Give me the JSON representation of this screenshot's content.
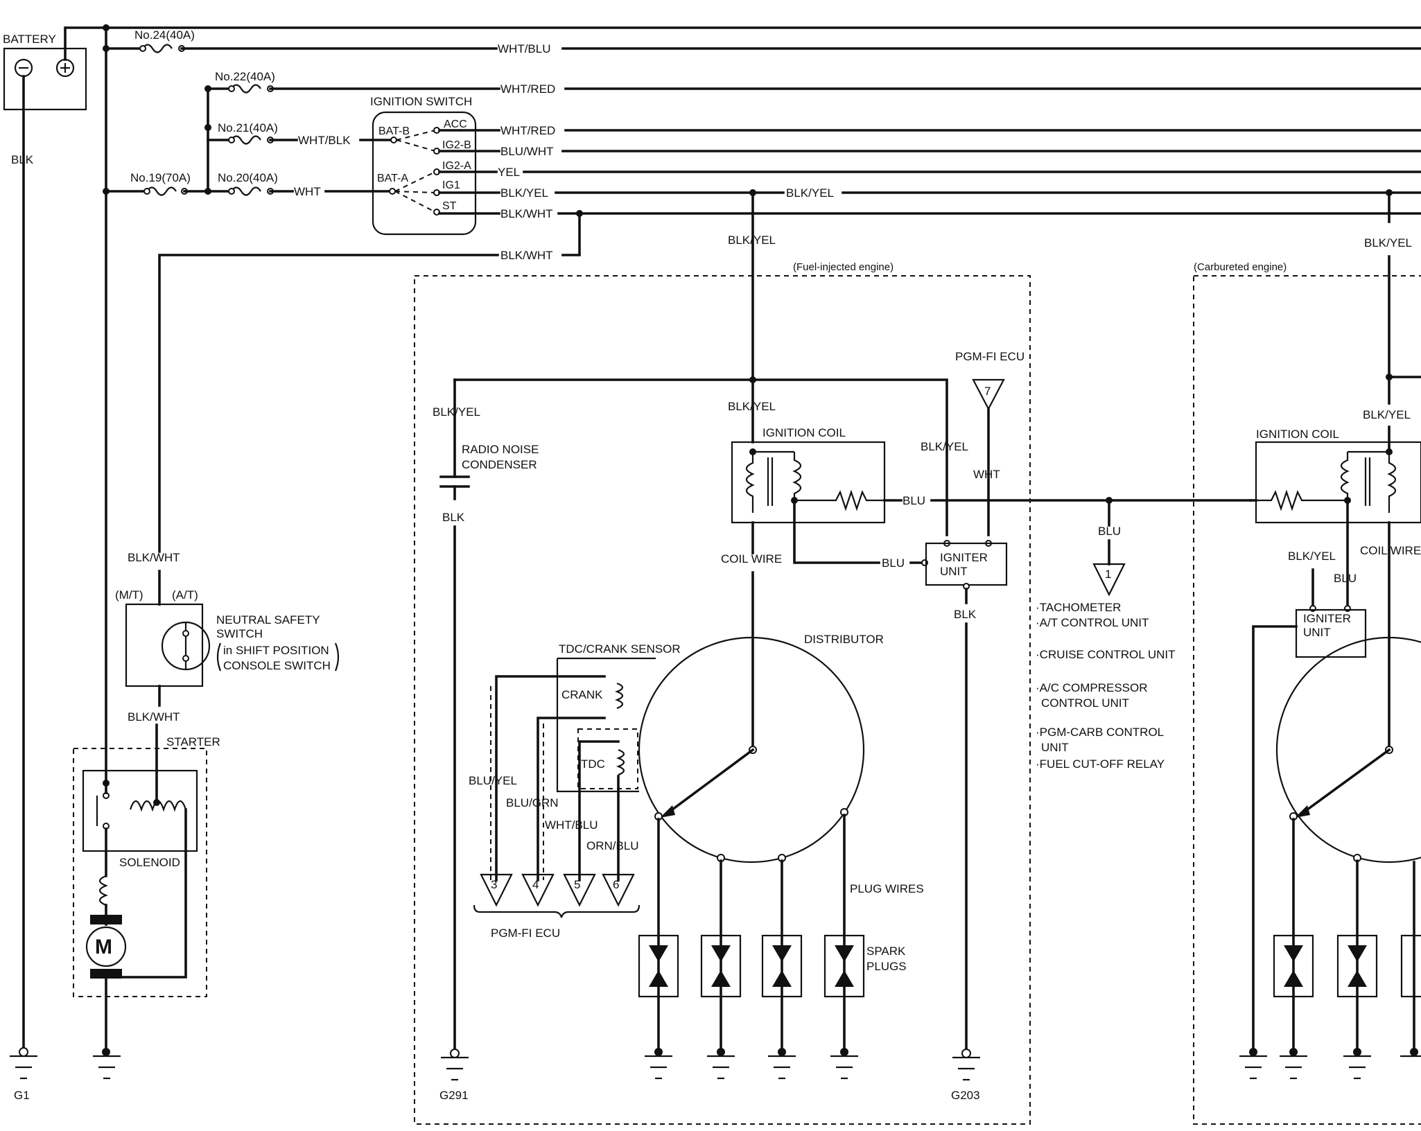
{
  "components": {
    "battery": "BATTERY",
    "battery_neg": "⊖",
    "battery_pos": "⊕",
    "ignition_switch": "IGNITION SWITCH",
    "fi_section": "(Fuel-injected engine)",
    "carb_section": "(Carbureted engine)",
    "pgm_fi_ecu_top": "PGM-FI ECU",
    "pgm_fi_ecu_bottom": "PGM-FI ECU",
    "radio_noise": "RADIO NOISE",
    "condenser": "CONDENSER",
    "ignition_coil_fi": "IGNITION COIL",
    "ignition_coil_carb": "IGNITION COIL",
    "igniter_fi_1": "IGNITER",
    "igniter_fi_2": "UNIT",
    "igniter_carb_1": "IGNITER",
    "igniter_carb_2": "UNIT",
    "distributor": "DISTRIBUTOR",
    "tdc_crank_sensor": "TDC/CRANK SENSOR",
    "crank": "CRANK",
    "tdc": "TDC",
    "coil_wire_fi": "COIL WIRE",
    "coil_wire_carb": "COIL WIRE",
    "plug_wires": "PLUG WIRES",
    "spark": "SPARK",
    "plugs": "PLUGS",
    "neutral_1": "NEUTRAL SAFETY",
    "neutral_2": "SWITCH",
    "neutral_3": "in SHIFT POSITION",
    "neutral_4": "CONSOLE SWITCH",
    "mt": "(M/T)",
    "at": "(A/T)",
    "starter": "STARTER",
    "solenoid": "SOLENOID",
    "motor": "M"
  },
  "fuses": [
    "No.24(40A)",
    "No.22(40A)",
    "No.21(40A)",
    "No.20(40A)",
    "No.19(70A)"
  ],
  "switch_terminals": [
    "BAT-B",
    "BAT-A",
    "ACC",
    "IG2-B",
    "IG2-A",
    "IG1",
    "ST"
  ],
  "wires": {
    "wht_blu": "WHT/BLU",
    "wht_red_top": "WHT/RED",
    "wht_blk": "WHT/BLK",
    "wht_red": "WHT/RED",
    "blu_wht": "BLU/WHT",
    "yel": "YEL",
    "blk_yel_sw": "BLK/YEL",
    "blk_yel_main": "BLK/YEL",
    "blk_wht_sw": "BLK/WHT",
    "blk_wht_down": "BLK/WHT",
    "wht": "WHT",
    "blk_batt": "BLK",
    "blk_yel_drop": "BLK/YEL",
    "blk_yel_carb_drop": "BLK/YEL",
    "blk_yel_cond": "BLK/YEL",
    "blk_yel_coil": "BLK/YEL",
    "blk_yel_ign": "BLK/YEL",
    "wht_ecu": "WHT",
    "blk_cond": "BLK",
    "blu_coil": "BLU",
    "blu_ign": "BLU",
    "blu_tach": "BLU",
    "blk_ign": "BLK",
    "blk_wht_ns": "BLK/WHT",
    "blk_wht_st": "BLK/WHT",
    "blu_yel": "BLU/YEL",
    "blu_grn": "BLU/GRN",
    "wht_blu_tdc": "WHT/BLU",
    "orn_blu": "ORN/BLU",
    "blk_yel_carb_coil": "BLK/YEL",
    "blk_yel_carb_ign": "BLK/YEL",
    "blu_carb_ign": "BLU"
  },
  "terminals": {
    "ecu_top": "7",
    "tach": "1",
    "ecu_3": "3",
    "ecu_4": "4",
    "ecu_5": "5",
    "ecu_6": "6"
  },
  "grounds": [
    "G1",
    "G291",
    "G203"
  ],
  "tach_list": [
    "·TACHOMETER",
    "·A/T CONTROL UNIT",
    "·CRUISE CONTROL UNIT",
    "·A/C COMPRESSOR",
    "CONTROL UNIT",
    "·PGM-CARB CONTROL",
    "UNIT",
    "·FUEL CUT-OFF RELAY"
  ]
}
